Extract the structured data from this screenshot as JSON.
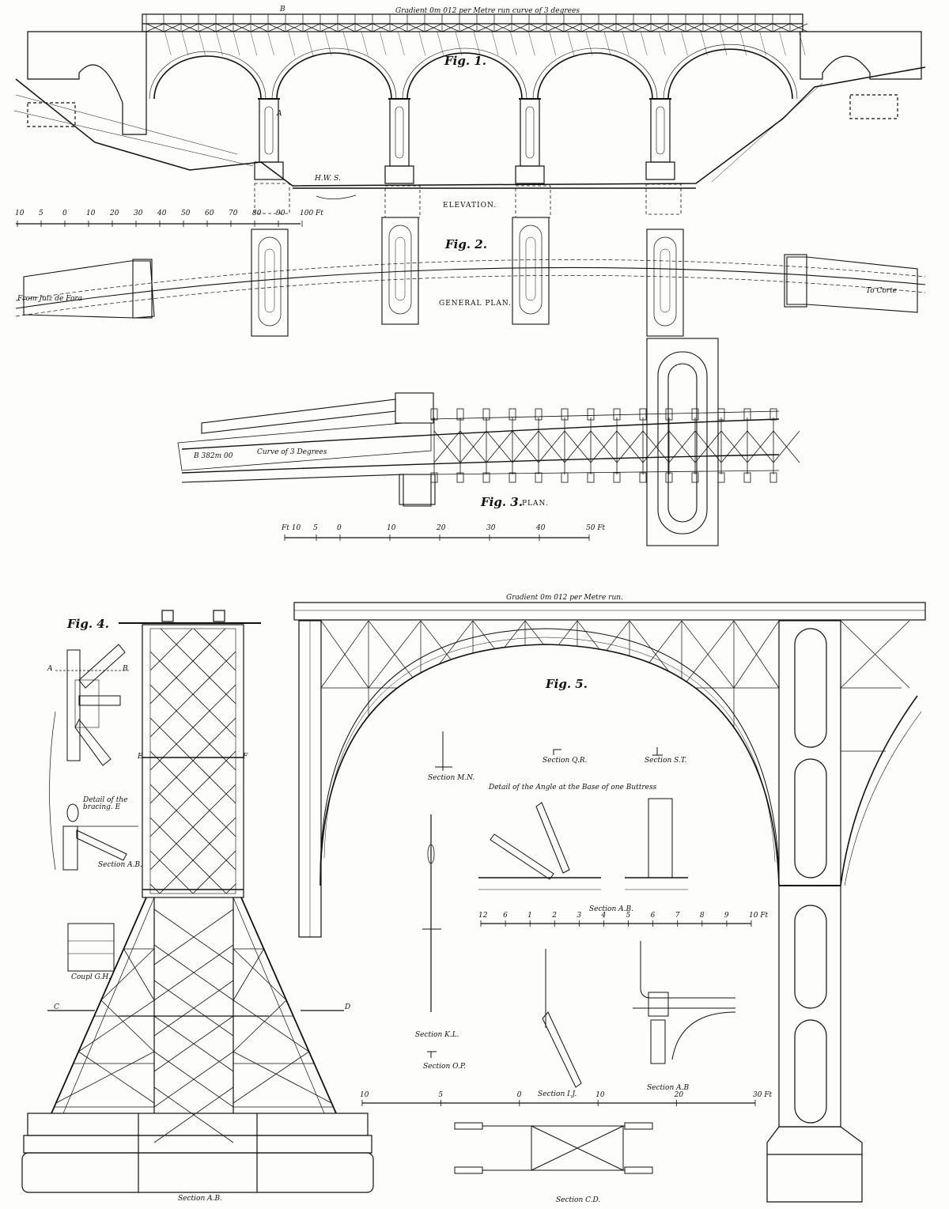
{
  "fig1": {
    "title": "Fig. 1.",
    "gradient": "Gradient 0m 012 per Metre run curve of 3 degrees",
    "caption": "ELEVATION.",
    "hw": "H.W. S.",
    "mark_a": "A",
    "mark_b": "B",
    "scale": [
      "10",
      "5",
      "0",
      "10",
      "20",
      "30",
      "40",
      "50",
      "60",
      "70",
      "80",
      "90",
      "100 Ft"
    ]
  },
  "fig2": {
    "title": "Fig. 2.",
    "caption": "GENERAL PLAN.",
    "from": "From Juiz de Fora",
    "to": "To Corte"
  },
  "fig3": {
    "title": "Fig. 3.",
    "caption": "PLAN.",
    "station": "B 382m 00",
    "curve": "Curve of 3 Degrees",
    "scale": [
      "Ft 10",
      "5",
      "0",
      "10",
      "20",
      "30",
      "40",
      "50 Ft"
    ]
  },
  "fig4": {
    "title": "Fig. 4.",
    "detail": "Detail of the bracing. E",
    "section_ab_small": "Section A.B.",
    "section_gh": "Coupl G.H.",
    "section_ab_base": "Section A.B.",
    "mark_a": "A",
    "mark_b": "B",
    "mark_c": "C",
    "mark_d": "D",
    "mark_e": "E",
    "mark_f": "F"
  },
  "fig5": {
    "title": "Fig. 5.",
    "gradient": "Gradient 0m 012 per Metre run.",
    "detail_title": "Detail of the Angle at the Base of one Buttress",
    "section_mn": "Section M.N.",
    "section_qr": "Section Q.R.",
    "section_st": "Section S.T.",
    "section_ab": "Section A.B.",
    "section_kl": "Section K.L.",
    "section_op": "Section O.P.",
    "section_ij": "Section I.J.",
    "section_ab2": "Section A.B",
    "section_cd": "Section C.D.",
    "scale_a": [
      "12",
      "6",
      "1",
      "2",
      "3",
      "4",
      "5",
      "6",
      "7",
      "8",
      "9",
      "10 Ft"
    ],
    "scale_b": [
      "10",
      "5",
      "0",
      "10",
      "20",
      "30 Ft"
    ]
  }
}
